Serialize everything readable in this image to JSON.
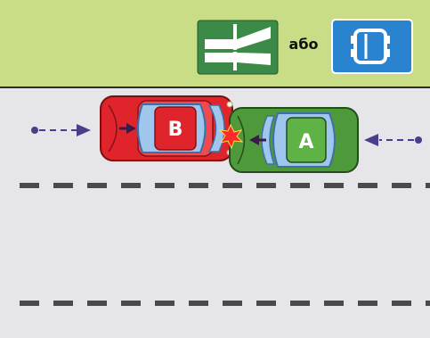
{
  "signs": {
    "connector_text": "або",
    "first_sign_icon": "motorway-sign-icon",
    "second_sign_icon": "car-road-sign-icon"
  },
  "vehicles": [
    {
      "label": "B",
      "color": "#e0242c"
    },
    {
      "label": "A",
      "color": "#4e9a3a"
    }
  ],
  "colors": {
    "roadside": "#c9dc86",
    "road": "#e6e6ea",
    "sign_green": "#3b8a47",
    "sign_blue": "#2a83cf",
    "arrow": "#4a3e8a",
    "lane_marking": "#4a4a4a"
  }
}
